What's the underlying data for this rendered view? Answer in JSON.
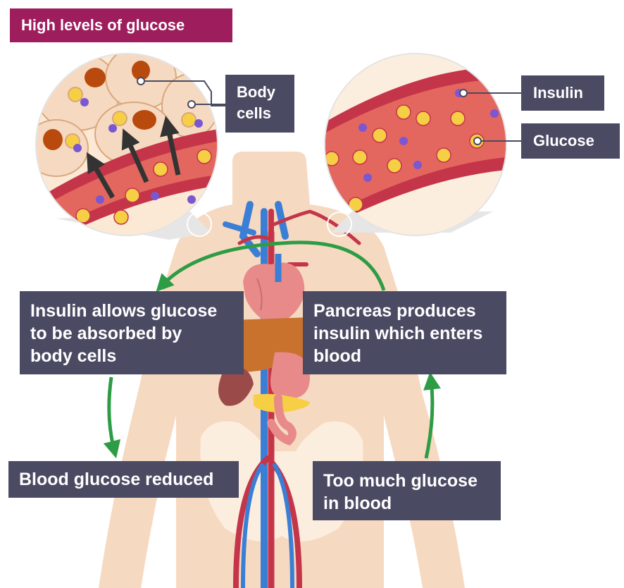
{
  "title": "High levels of glucose",
  "labels": {
    "body_cells_line1": "Body",
    "body_cells_line2": "cells",
    "insulin": "Insulin",
    "glucose": "Glucose"
  },
  "steps": {
    "insulin_allows": [
      "Insulin allows glucose",
      "to be absorbed by",
      "body cells"
    ],
    "pancreas": [
      "Pancreas produces",
      "insulin which enters",
      "blood"
    ],
    "reduced": [
      "Blood glucose reduced"
    ],
    "too_much": [
      "Too much glucose",
      "in blood"
    ]
  },
  "colors": {
    "title_bg": "#9e1d5c",
    "box_bg": "#4a4a63",
    "arrow": "#2e9c45",
    "skin": "#f6d9c1",
    "blood": "#e3675e",
    "vessel_dark": "#c4354a",
    "glucose": "#f6cf45",
    "insulin": "#7b57d1"
  }
}
